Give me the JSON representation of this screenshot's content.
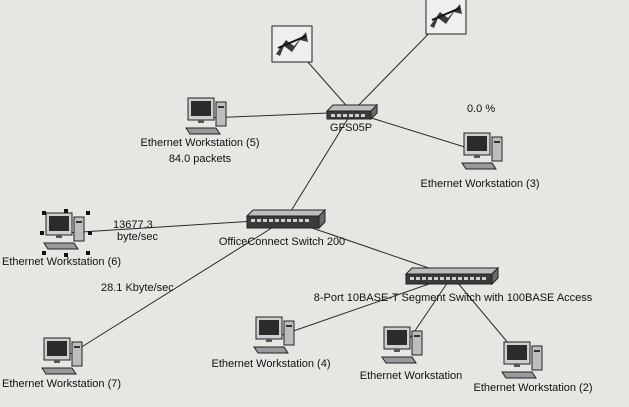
{
  "nodes": {
    "router_a": {
      "icon": "router-icon"
    },
    "router_b": {
      "icon": "router-icon"
    },
    "gfs05p": {
      "label": "GFS05P",
      "icon": "switch-icon"
    },
    "officeconnect": {
      "label": "OfficeConnect Switch 200",
      "icon": "switch-icon"
    },
    "segment_switch": {
      "label": "8-Port 10BASE-T Segment Switch with 100BASE Access",
      "icon": "switch-icon"
    },
    "ws5": {
      "label": "Ethernet Workstation (5)",
      "icon": "workstation-icon"
    },
    "ws3": {
      "label": "Ethernet Workstation (3)",
      "icon": "workstation-icon"
    },
    "ws6": {
      "label": "Ethernet Workstation (6)",
      "icon": "workstation-icon"
    },
    "ws7": {
      "label": "Ethernet Workstation (7)",
      "icon": "workstation-icon"
    },
    "ws4": {
      "label": "Ethernet Workstation (4)",
      "icon": "workstation-icon"
    },
    "ws_unnumbered": {
      "label": "Ethernet Workstation",
      "icon": "workstation-icon"
    },
    "ws2": {
      "label": "Ethernet Workstation (2)",
      "icon": "workstation-icon"
    }
  },
  "annotations": {
    "utilization": "0.0 %",
    "packets": "84.0 packets",
    "rate_ws6_line1": "13677.3",
    "rate_ws6_line2": "byte/sec",
    "rate_ws7": "28.1 Kbyte/sec"
  },
  "colors": {
    "background": "#e6e6e3",
    "link": "#2a2a2a",
    "device_dark": "#3a3a3a",
    "device_light": "#bdbdbd"
  }
}
